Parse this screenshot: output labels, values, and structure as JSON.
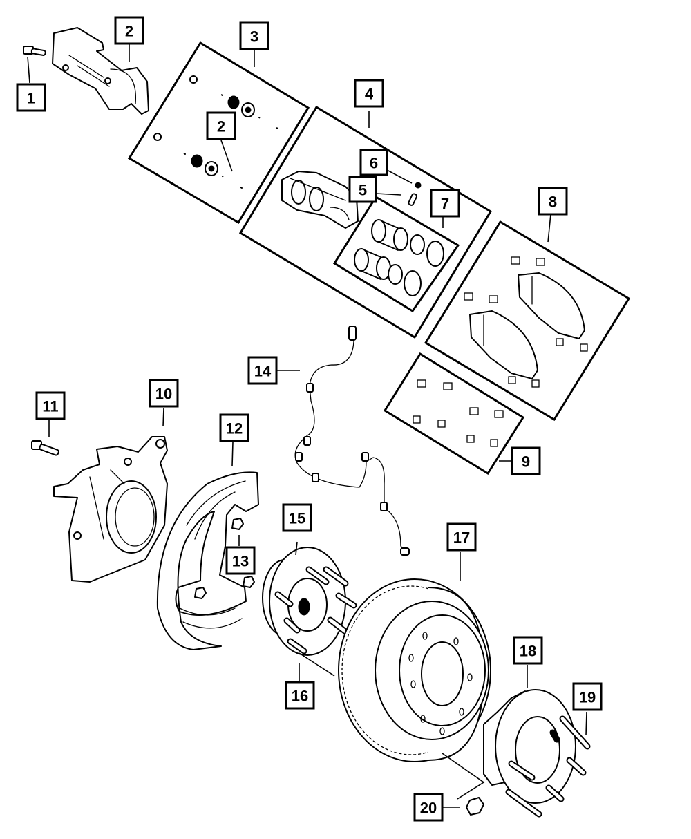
{
  "diagram": {
    "title": "Front Brake Assembly Exploded View",
    "line_color": "#000000",
    "background_color": "#ffffff"
  },
  "callouts": [
    {
      "id": "c1",
      "label": "1",
      "part": "caliper-mounting-bolt"
    },
    {
      "id": "c2a",
      "label": "2",
      "part": "caliper-adapter"
    },
    {
      "id": "c3",
      "label": "3",
      "part": "guide-pin-kit"
    },
    {
      "id": "c2b",
      "label": "2",
      "part": "guide-pin-bushing"
    },
    {
      "id": "c4",
      "label": "4",
      "part": "brake-caliper"
    },
    {
      "id": "c6",
      "label": "6",
      "part": "bleeder-cap"
    },
    {
      "id": "c5",
      "label": "5",
      "part": "bleeder-screw"
    },
    {
      "id": "c7",
      "label": "7",
      "part": "piston-seal-kit"
    },
    {
      "id": "c8",
      "label": "8",
      "part": "brake-pad-kit"
    },
    {
      "id": "c9",
      "label": "9",
      "part": "pad-clip-kit"
    },
    {
      "id": "c14",
      "label": "14",
      "part": "abs-wheel-speed-sensor"
    },
    {
      "id": "c10",
      "label": "10",
      "part": "steering-knuckle"
    },
    {
      "id": "c11",
      "label": "11",
      "part": "knuckle-bolt"
    },
    {
      "id": "c12",
      "label": "12",
      "part": "brake-shield"
    },
    {
      "id": "c13",
      "label": "13",
      "part": "shield-bolt"
    },
    {
      "id": "c15",
      "label": "15",
      "part": "hub-bearing"
    },
    {
      "id": "c17",
      "label": "17",
      "part": "brake-rotor"
    },
    {
      "id": "c16",
      "label": "16",
      "part": "wheel-stud"
    },
    {
      "id": "c18",
      "label": "18",
      "part": "hub-bearing-assembly"
    },
    {
      "id": "c19",
      "label": "19",
      "part": "wheel-stud"
    },
    {
      "id": "c20",
      "label": "20",
      "part": "hub-nut"
    }
  ]
}
